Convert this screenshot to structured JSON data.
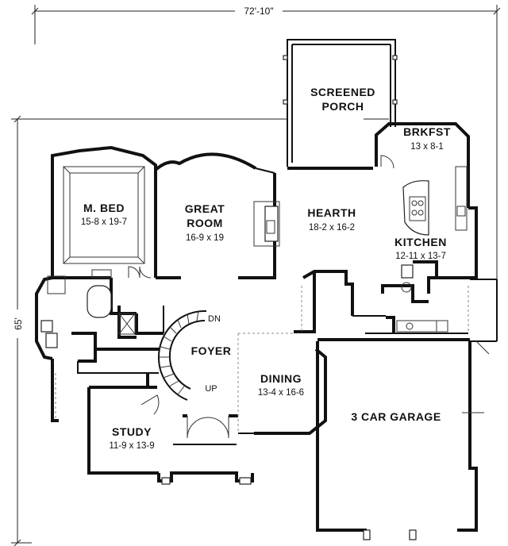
{
  "dimensions": {
    "width": "72'-10\"",
    "height": "65'"
  },
  "rooms": {
    "screened_porch": {
      "name_line1": "SCREENED",
      "name_line2": "PORCH"
    },
    "brkfst": {
      "name": "BRKFST",
      "size": "13 x 8-1"
    },
    "m_bed": {
      "name": "M. BED",
      "size": "15-8 x 19-7"
    },
    "great_room": {
      "name_line1": "GREAT",
      "name_line2": "ROOM",
      "size": "16-9 x 19"
    },
    "hearth": {
      "name": "HEARTH",
      "size": "18-2 x 16-2"
    },
    "kitchen": {
      "name": "KITCHEN",
      "size": "12-11 x 13-7"
    },
    "foyer": {
      "name": "FOYER"
    },
    "dining": {
      "name": "DINING",
      "size": "13-4 x 16-6"
    },
    "garage": {
      "name": "3 CAR GARAGE"
    },
    "study": {
      "name": "STUDY",
      "size": "11-9 x 13-9"
    }
  },
  "stairs": {
    "down": "DN",
    "up": "UP"
  }
}
